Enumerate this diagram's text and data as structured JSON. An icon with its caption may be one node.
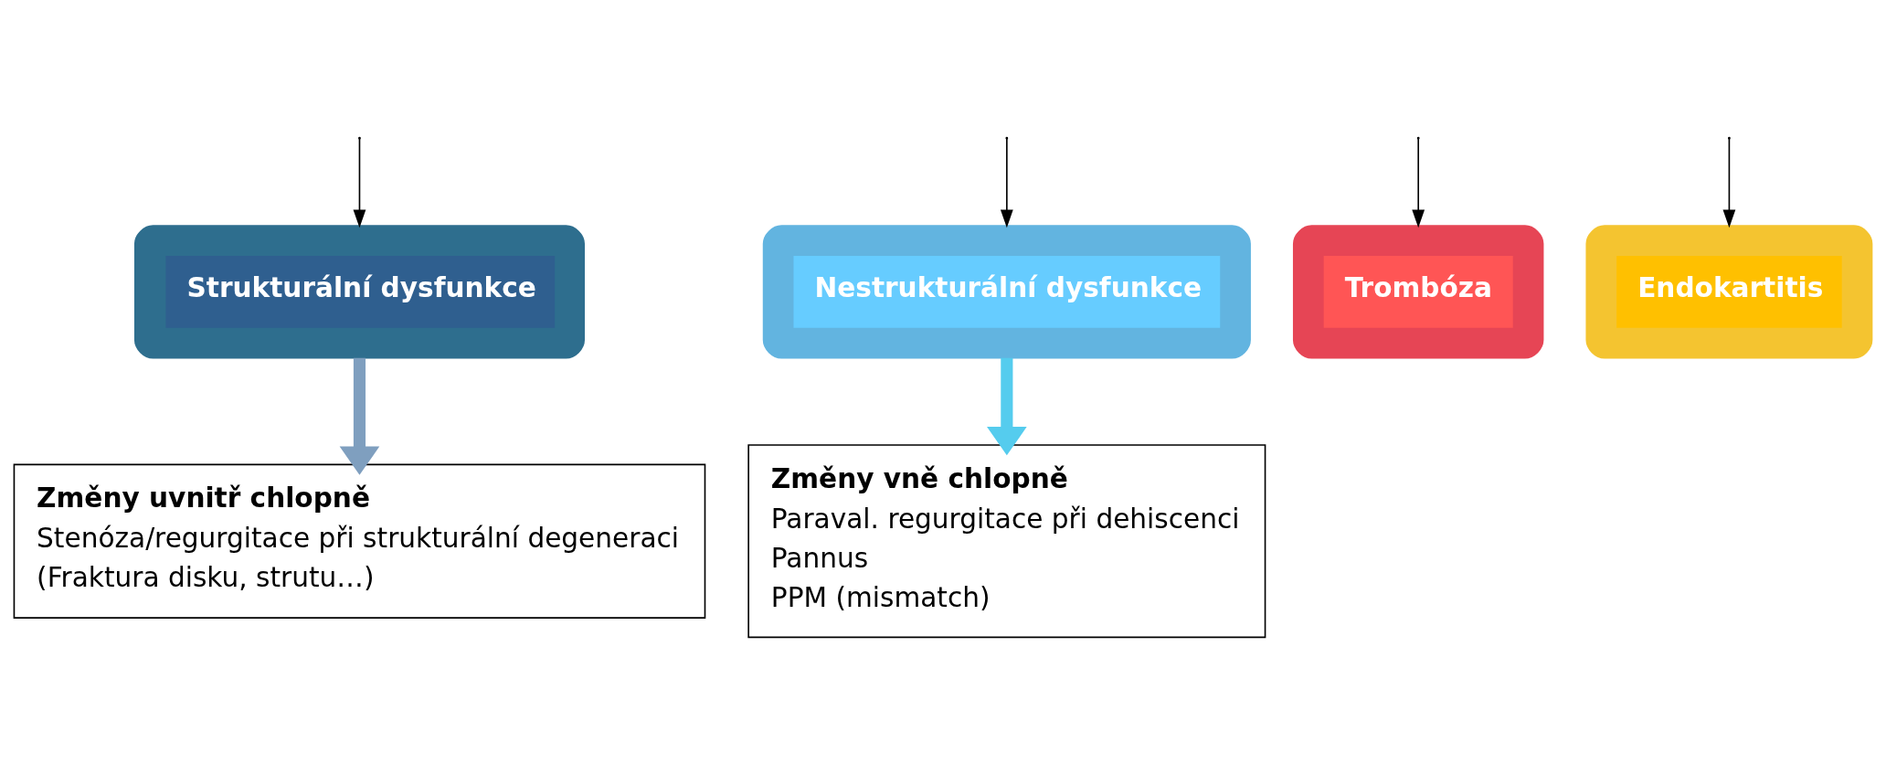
{
  "diagram": {
    "nodes": [
      {
        "text": [
          "Strukturální dysfunkce"
        ]
      },
      {
        "text": [
          "Nestrukturální dysfunkce"
        ]
      },
      {
        "text": [
          "Trombóza"
        ]
      },
      {
        "text": [
          "Endokartitis"
        ]
      },
      {
        "text": [
          "Změny uvnitř chlopně",
          "Stenóza/regurgitace při strukturální degeneraci",
          "(Fraktura disku, strutu…)"
        ]
      },
      {
        "text": [
          "Změny vně chlopně",
          "Paraval. regurgitace při dehiscenci",
          "Pannus",
          "PPM (mismatch)"
        ]
      }
    ],
    "edges": [
      {
        "from": null,
        "to": 0,
        "arrow": "to"
      },
      {
        "from": null,
        "to": 1,
        "arrow": "to"
      },
      {
        "from": null,
        "to": 2,
        "arrow": "to"
      },
      {
        "from": null,
        "to": 3,
        "arrow": "to"
      },
      {
        "from": 0,
        "to": 4,
        "arrow": "to",
        "style": "thick",
        "color": "#7f9fbf"
      },
      {
        "from": 1,
        "to": 5,
        "arrow": "to",
        "style": "thick",
        "color": "#55ccee"
      }
    ]
  }
}
